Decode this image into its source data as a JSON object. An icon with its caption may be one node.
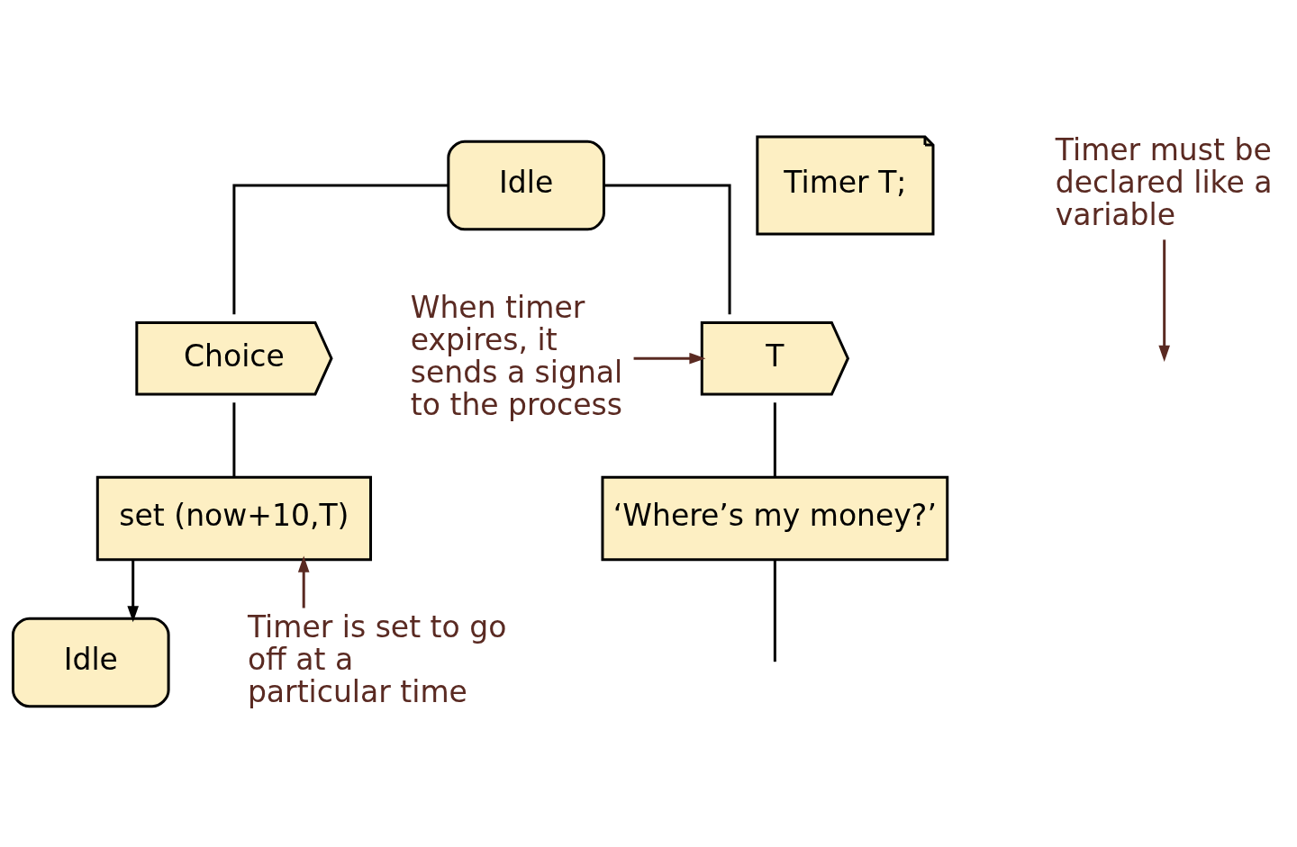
{
  "diagram": {
    "nodes": [
      {
        "text": [
          "Idle"
        ]
      },
      {
        "text": [
          "Choice"
        ]
      },
      {
        "text": [
          "T"
        ]
      },
      {
        "text": [
          "set (now+10,T)"
        ]
      },
      {
        "text": [
          "‘Where’s my money?’"
        ]
      },
      {
        "text": [
          "Idle"
        ]
      },
      {
        "text": [
          "Timer T;"
        ]
      },
      {
        "text": [
          "Timer must be declared like a variable"
        ]
      },
      {
        "text": [
          "When timer expires, it sends a signal to the process"
        ]
      },
      {
        "text": [
          "Timer is set to go off at a particular time"
        ]
      }
    ],
    "edges": [
      {
        "from": 0,
        "to": 1,
        "arrow": "none"
      },
      {
        "from": 0,
        "to": 2,
        "arrow": "none"
      },
      {
        "from": 1,
        "to": 3,
        "arrow": "none"
      },
      {
        "from": 3,
        "to": 5,
        "arrow": "to"
      },
      {
        "from": 2,
        "to": 4,
        "arrow": "none"
      },
      {
        "from": 4,
        "to": null,
        "arrow": "none"
      },
      {
        "from": 7,
        "to": null,
        "arrow": "to",
        "color": "#5a2a22"
      },
      {
        "from": 8,
        "to": 2,
        "arrow": "to",
        "color": "#5a2a22"
      },
      {
        "from": 9,
        "to": 3,
        "arrow": "to",
        "color": "#5a2a22"
      }
    ]
  }
}
